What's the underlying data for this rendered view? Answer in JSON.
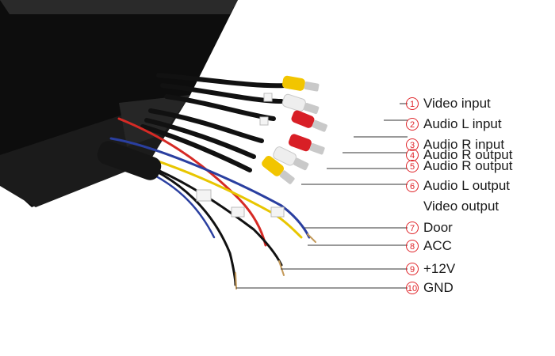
{
  "photo": {
    "subject": "Monitor wiring harness with RCA connectors"
  },
  "labels": [
    {
      "number": "1",
      "text": "Video input"
    },
    {
      "number": "2",
      "text": "Audio L input"
    },
    {
      "number": "3",
      "text": "Audio R input"
    },
    {
      "number": "4",
      "text": "Audio R output"
    },
    {
      "number": "5",
      "text": "Audio R output"
    },
    {
      "number": "6",
      "text": "Audio L output"
    },
    {
      "number": "",
      "text": "Video output"
    },
    {
      "number": "7",
      "text": "Door"
    },
    {
      "number": "8",
      "text": "ACC"
    },
    {
      "number": "9",
      "text": "+12V"
    },
    {
      "number": "10",
      "text": "GND"
    }
  ],
  "colors": {
    "accent_red": "#e0262b",
    "rca_yellow": "#f2c500",
    "rca_white": "#eeeeee",
    "rca_red": "#d81f26",
    "wire_blue": "#2a3fa0",
    "wire_yellow": "#e8c600",
    "wire_red": "#d62a25",
    "wire_black": "#111111"
  }
}
